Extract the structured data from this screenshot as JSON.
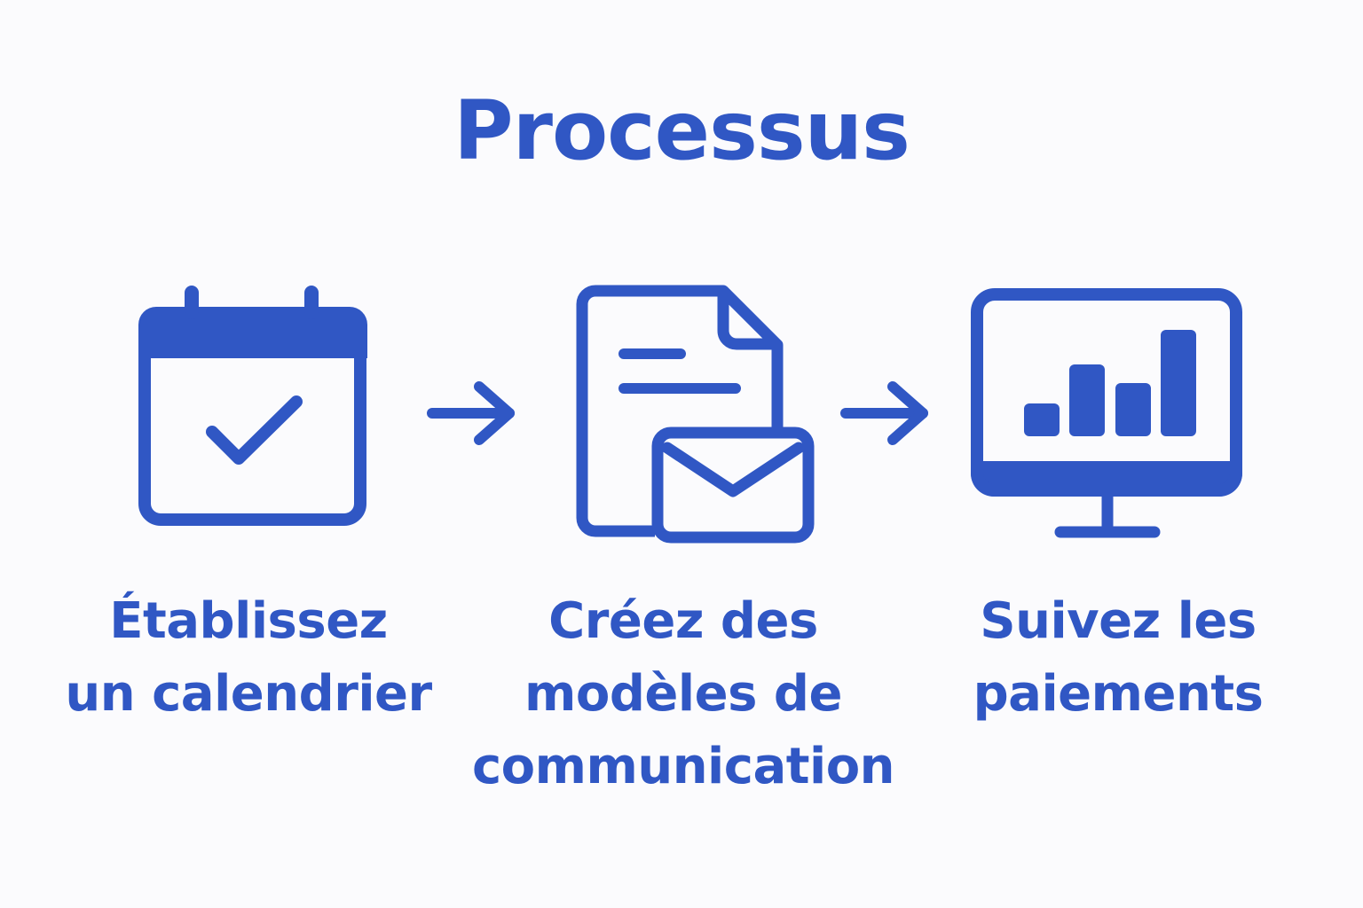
{
  "title": "Processus",
  "colors": {
    "accent": "#3057c4",
    "background": "#fbfbfd"
  },
  "steps": [
    {
      "icon": "calendar-check-icon",
      "label": "Établissez\nun calendrier"
    },
    {
      "icon": "document-envelope-icon",
      "label": "Créez des\nmodèles de\ncommunication"
    },
    {
      "icon": "monitor-bar-chart-icon",
      "label": "Suivez les\npaiements"
    }
  ],
  "connectors": [
    "arrow-right-icon",
    "arrow-right-icon"
  ]
}
